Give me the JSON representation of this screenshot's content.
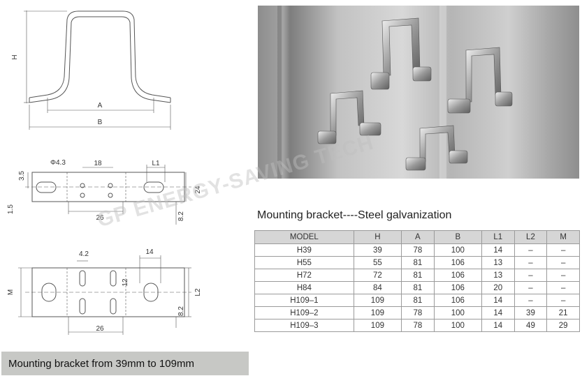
{
  "drawing": {
    "top_labels": {
      "H": "H",
      "A": "A",
      "B": "B"
    },
    "mid_labels": {
      "phi": "Φ4.3",
      "d18": "18",
      "L1": "L1",
      "d3_5": "3.5",
      "d1_5": "1.5",
      "d24": "24",
      "d26": "26",
      "d8_2": "8.2"
    },
    "bot_labels": {
      "d4_2": "4.2",
      "d14": "14",
      "d12": "12",
      "M": "M",
      "L2": "L2",
      "d8_2": "8.2",
      "d26": "26"
    }
  },
  "spec": {
    "title": "Mounting bracket----Steel galvanization",
    "columns": [
      "MODEL",
      "H",
      "A",
      "B",
      "L1",
      "L2",
      "M"
    ],
    "rows": [
      [
        "H39",
        "39",
        "78",
        "100",
        "14",
        "–",
        "–"
      ],
      [
        "H55",
        "55",
        "81",
        "106",
        "13",
        "–",
        "–"
      ],
      [
        "H72",
        "72",
        "81",
        "106",
        "13",
        "–",
        "–"
      ],
      [
        "H84",
        "84",
        "81",
        "106",
        "20",
        "–",
        "–"
      ],
      [
        "H109–1",
        "109",
        "81",
        "106",
        "14",
        "–",
        "–"
      ],
      [
        "H109–2",
        "109",
        "78",
        "100",
        "14",
        "39",
        "21"
      ],
      [
        "H109–3",
        "109",
        "78",
        "100",
        "14",
        "49",
        "29"
      ]
    ]
  },
  "caption": "Mounting bracket from 39mm to 109mm",
  "watermark": "GP ENERGY-SAVING TECH",
  "colors": {
    "line": "#555555",
    "table_header": "#d6d6d6",
    "caption_bg": "#c7c8c5"
  }
}
